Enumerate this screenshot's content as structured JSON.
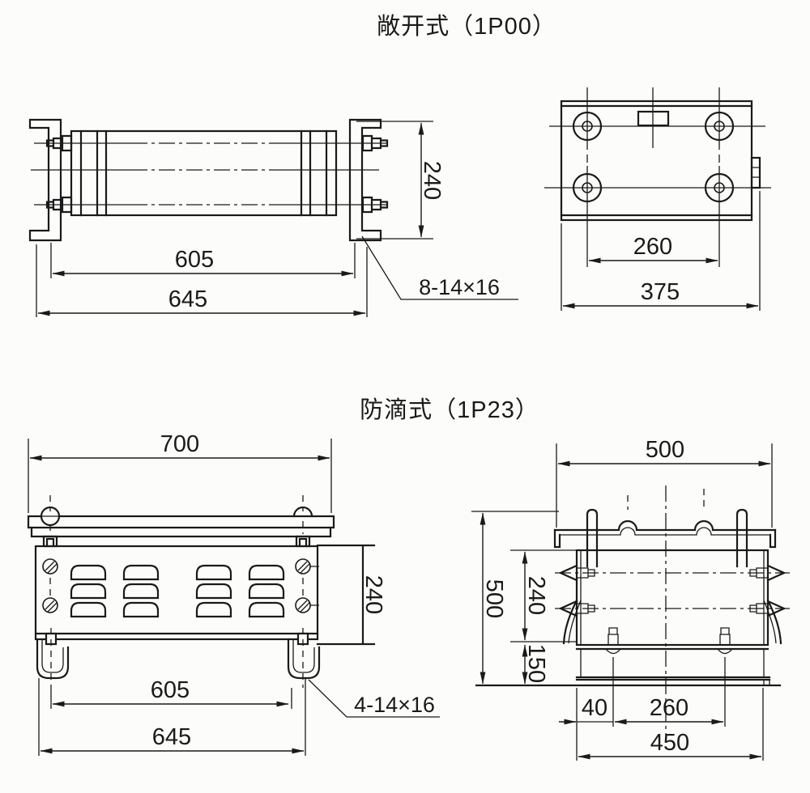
{
  "titles": {
    "open": "敞开式（1P00）",
    "drip": "防滴式（1P23）"
  },
  "open_front": {
    "height": "240",
    "inner_width": "605",
    "outer_width": "645",
    "holes": "8-14×16"
  },
  "open_side": {
    "hole_spacing": "260",
    "width": "375"
  },
  "drip_front": {
    "cover_width": "700",
    "height": "240",
    "inner_width": "605",
    "outer_width": "645",
    "holes": "4-14×16"
  },
  "drip_side": {
    "cover_width": "500",
    "overall_height": "500",
    "body_height": "240",
    "base_height": "150",
    "edge_to_bolt": "40",
    "bolt_spacing": "260",
    "base_width": "450"
  }
}
